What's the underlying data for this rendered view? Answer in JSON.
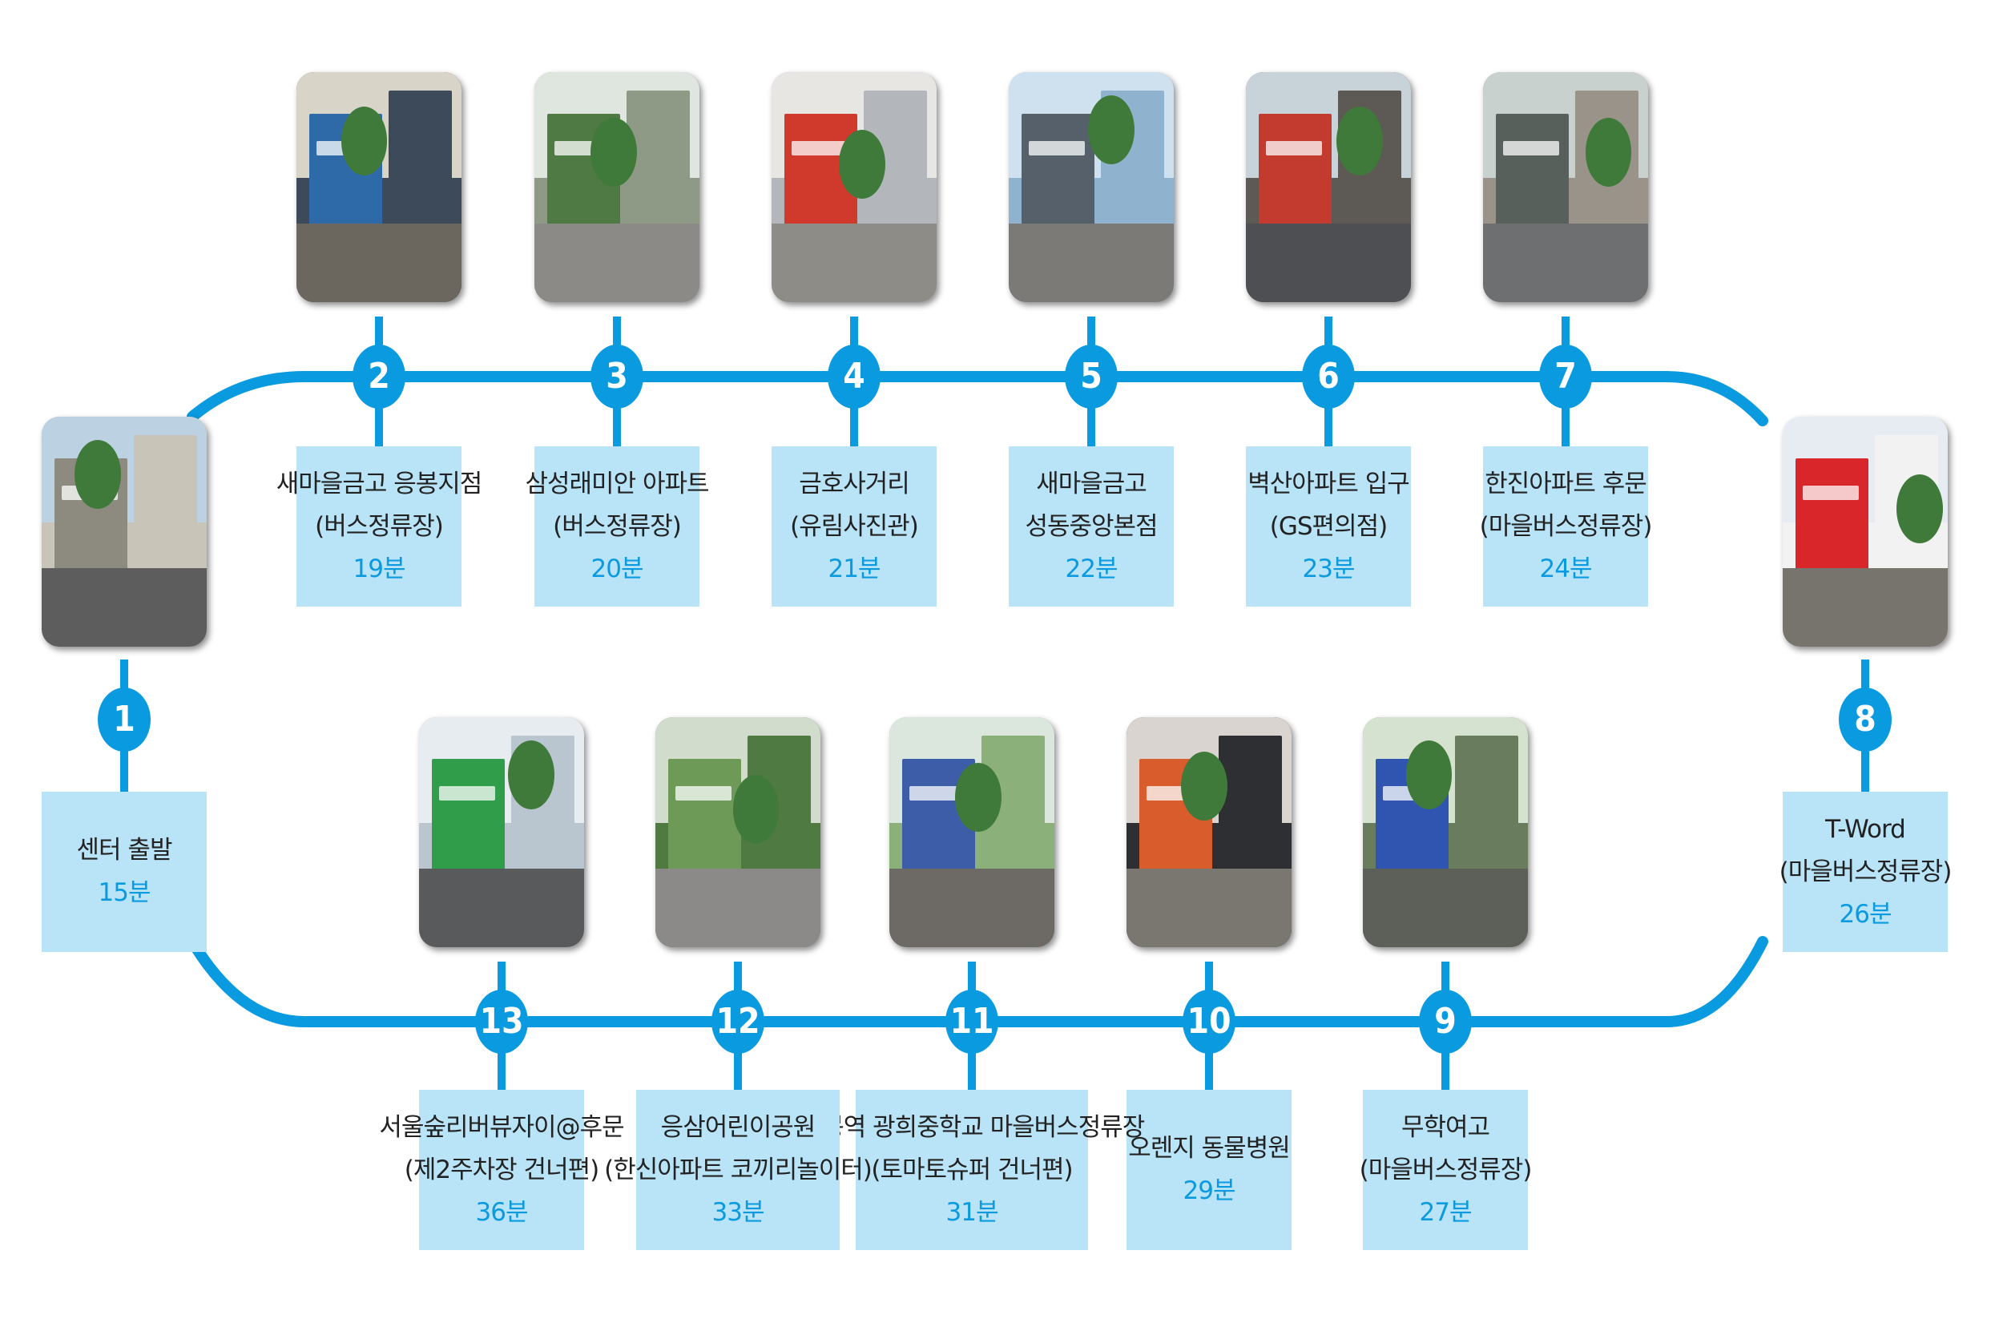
{
  "colors": {
    "route_line": "#0a9ae0",
    "marker_fill": "#0a9ae0",
    "marker_text": "#ffffff",
    "label_box": "#b9e3f7",
    "label_text": "#222222",
    "time_text": "#0a9ae0"
  },
  "stops": [
    {
      "num": "1",
      "lines": [
        "센터 출발"
      ],
      "time": "15분"
    },
    {
      "num": "2",
      "lines": [
        "새마을금고 응봉지점",
        "(버스정류장)"
      ],
      "time": "19분"
    },
    {
      "num": "3",
      "lines": [
        "삼성래미안 아파트",
        "(버스정류장)"
      ],
      "time": "20분"
    },
    {
      "num": "4",
      "lines": [
        "금호사거리",
        "(유림사진관)"
      ],
      "time": "21분"
    },
    {
      "num": "5",
      "lines": [
        "새마을금고",
        "성동중앙본점"
      ],
      "time": "22분"
    },
    {
      "num": "6",
      "lines": [
        "벽산아파트 입구",
        "(GS편의점)"
      ],
      "time": "23분"
    },
    {
      "num": "7",
      "lines": [
        "한진아파트 후문",
        "(마을버스정류장)"
      ],
      "time": "24분"
    },
    {
      "num": "8",
      "lines": [
        "T-Word",
        "(마을버스정류장)"
      ],
      "time": "26분"
    },
    {
      "num": "9",
      "lines": [
        "무학여고",
        "(마을버스정류장)"
      ],
      "time": "27분"
    },
    {
      "num": "10",
      "lines": [
        "오렌지 동물병원"
      ],
      "time": "29분"
    },
    {
      "num": "11",
      "lines": [
        "응봉역 광희중학교 마을버스정류장",
        "(토마토슈퍼 건너편)"
      ],
      "time": "31분"
    },
    {
      "num": "12",
      "lines": [
        "응삼어린이공원",
        "(한신아파트 코끼리놀이터)"
      ],
      "time": "33분"
    },
    {
      "num": "13",
      "lines": [
        "서울숲리버뷰자이@후문",
        "(제2주차장 건너편)"
      ],
      "time": "36분"
    }
  ]
}
